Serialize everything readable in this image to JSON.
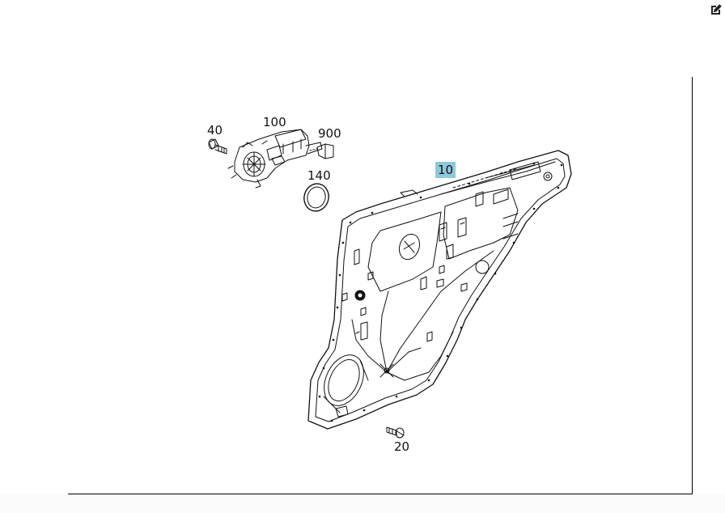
{
  "toolbar": {
    "edit_icon": "edit-icon"
  },
  "diagram": {
    "parts": [
      {
        "id": "part-40",
        "number": "40",
        "highlighted": false
      },
      {
        "id": "part-100",
        "number": "100",
        "highlighted": false
      },
      {
        "id": "part-900",
        "number": "900",
        "highlighted": false
      },
      {
        "id": "part-140",
        "number": "140",
        "highlighted": false
      },
      {
        "id": "part-10",
        "number": "10",
        "highlighted": true
      },
      {
        "id": "part-20",
        "number": "20",
        "highlighted": false
      }
    ],
    "highlight_color": "#8ec9d9",
    "line_color": "#111111"
  }
}
